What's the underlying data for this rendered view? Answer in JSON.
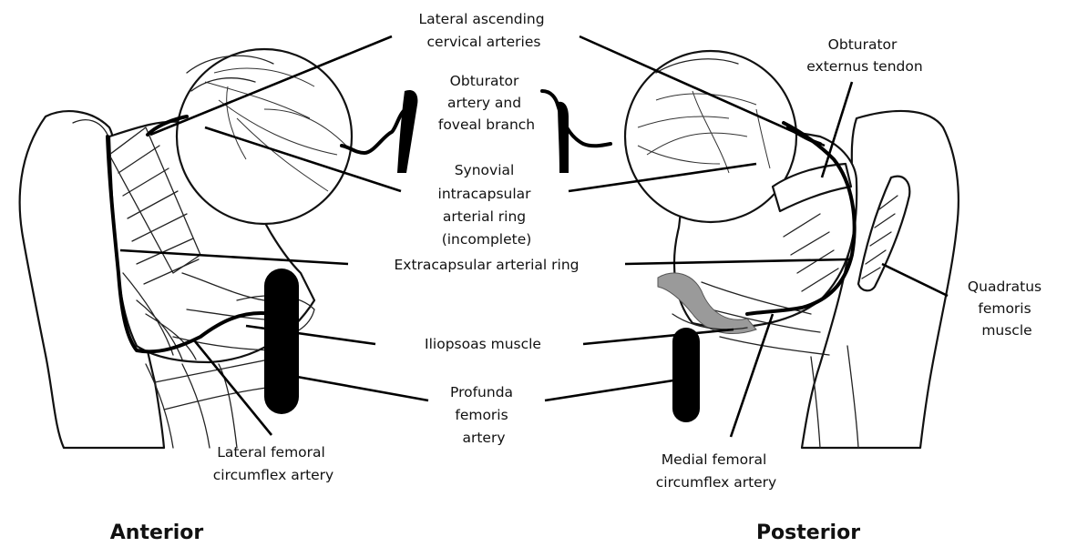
{
  "labels": {
    "lateral_ascending": [
      "Lateral ascending",
      "cervical arteries"
    ],
    "obturator_artery": [
      "Obturator",
      "artery and",
      "foveal branch"
    ],
    "obturator_externus": [
      "Obturator",
      "externus tendon"
    ],
    "synovial_ring": [
      "Synovial",
      "intracapsular",
      "arterial ring",
      "(incomplete)"
    ],
    "extracapsular_ring": [
      "Extracapsular arterial ring"
    ],
    "quadratus": [
      "Quadratus",
      "femoris",
      "muscle"
    ],
    "iliopsoas": [
      "Iliopsoas muscle"
    ],
    "profunda": [
      "Profunda",
      "femoris",
      "artery"
    ],
    "lateral_femoral_circumflex": [
      "Lateral femoral",
      "circumflex artery"
    ],
    "medial_femoral_circumflex": [
      "Medial femoral",
      "circumflex artery"
    ]
  },
  "views": {
    "anterior": "Anterior",
    "posterior": "Posterior"
  }
}
